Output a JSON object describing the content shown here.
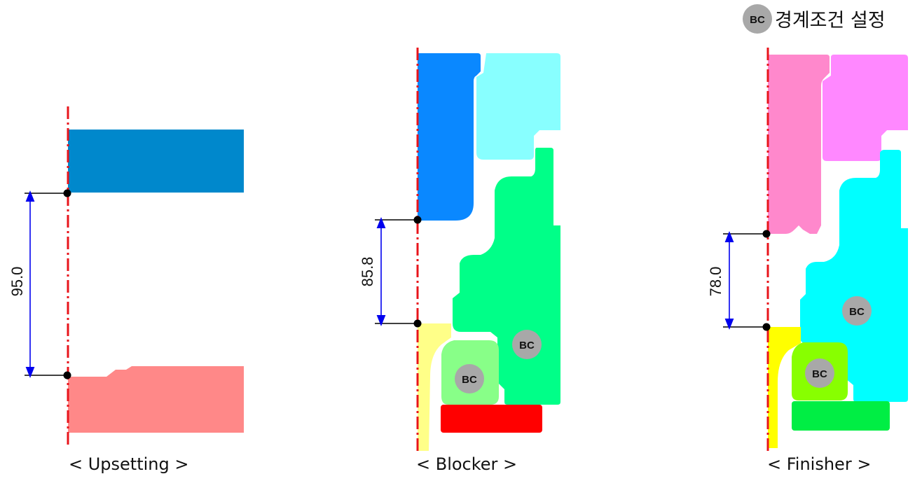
{
  "legend": {
    "badge": "BC",
    "text": "경계조건 설정"
  },
  "panels": [
    {
      "id": "upsetting",
      "title": "< Upsetting >",
      "dimension": "95.0",
      "bc_labels": []
    },
    {
      "id": "blocker",
      "title": "< Blocker >",
      "dimension": "85.8",
      "bc_labels": [
        "BC",
        "BC"
      ]
    },
    {
      "id": "finisher",
      "title": "< Finisher >",
      "dimension": "78.0",
      "bc_labels": [
        "BC",
        "BC"
      ]
    }
  ],
  "colors": {
    "centerline": "#e8141b",
    "dimension_arrow": "#0000ee",
    "upsetting_top": "#0088cc",
    "upsetting_bottom": "#ff8888",
    "blocker_top_left": "#0a88ff",
    "blocker_top_right": "#88ffff",
    "blocker_body": "#00ff88",
    "blocker_left": "#ffff88",
    "blocker_inner": "#88ff88",
    "blocker_base": "#ff0000",
    "finisher_top_left": "#ff88cc",
    "finisher_top_right": "#ff88ff",
    "finisher_body": "#00ffff",
    "finisher_left": "#ffff00",
    "finisher_inner": "#88ff00",
    "finisher_base": "#00ee44",
    "bc_badge": "#a8a8a8"
  }
}
